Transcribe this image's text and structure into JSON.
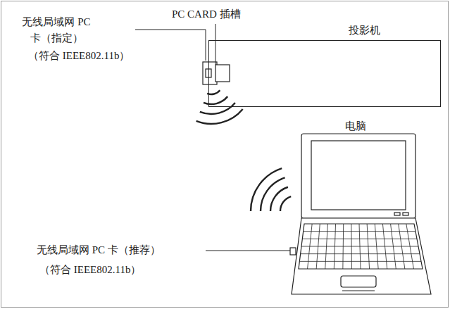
{
  "diagram": {
    "nodes": [
      {
        "text": [
          "投影机"
        ]
      }
    ],
    "labels": [
      "PC CARD 插槽",
      "无线局域网 PC 卡（指定）",
      "（符合 IEEE802.11b）",
      "电脑",
      "无线局域网 PC 卡（推荐）",
      "（符合 IEEE802.11b）"
    ]
  }
}
